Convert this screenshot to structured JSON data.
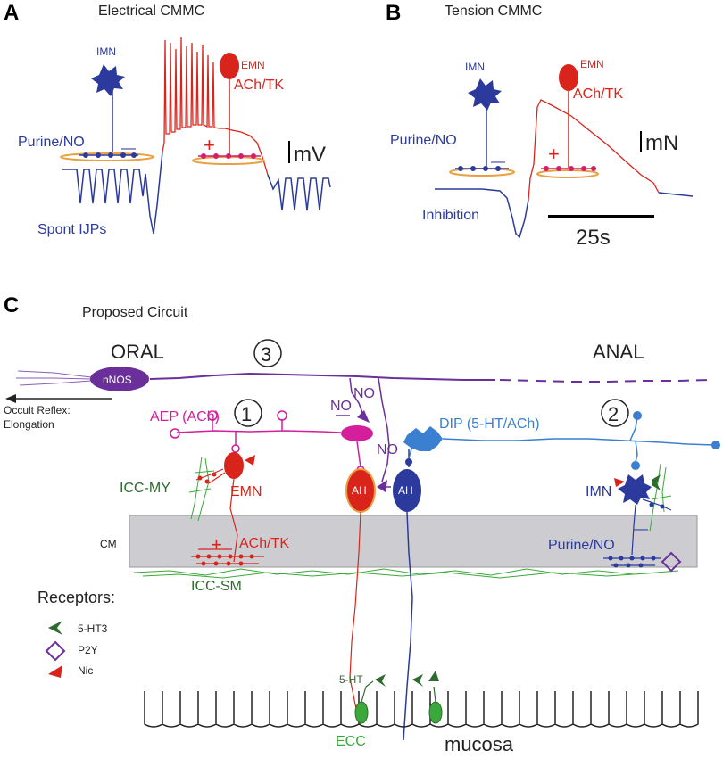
{
  "panel_a": {
    "letter": "A",
    "title": "Electrical CMMC",
    "imn": "IMN",
    "emn": "EMN",
    "ach_tk": "ACh/TK",
    "purine_no": "Purine/NO",
    "minus": "—",
    "plus": "+",
    "scale": "mV",
    "spont": "Spont IJPs"
  },
  "panel_b": {
    "letter": "B",
    "title": "Tension CMMC",
    "imn": "IMN",
    "emn": "EMN",
    "ach_tk": "ACh/TK",
    "purine_no": "Purine/NO",
    "minus": "—",
    "plus": "+",
    "scale": "mN",
    "inhibition": "Inhibition",
    "time": "25s"
  },
  "panel_c": {
    "letter": "C",
    "title": "Proposed Circuit",
    "oral": "ORAL",
    "anal": "ANAL",
    "nnos": "nNOS",
    "num1": "1",
    "num2": "2",
    "num3": "3",
    "no_top": "NO",
    "no_mid": "NO",
    "no_low": "NO",
    "occult1": "Occult Reflex:",
    "occult2": "Elongation",
    "aep": "AEP (ACh)",
    "dip": "DIP (5-HT/ACh)",
    "icc_my": "ICC-MY",
    "emn": "EMN",
    "ah1": "AH",
    "ah2": "AH",
    "imn": "IMN",
    "cm": "CM",
    "ach_tk": "ACh/TK",
    "icc_sm": "ICC-SM",
    "purine_no": "Purine/NO",
    "plus": "+",
    "minus": "—",
    "minus2": "—",
    "receptors": "Receptors:",
    "r_5ht3": "5-HT3",
    "r_p2y": "P2Y",
    "r_nic": "Nic",
    "ht5": "5-HT",
    "ecc": "ECC",
    "mucosa": "mucosa"
  },
  "colors": {
    "blue": "#2b3a9c",
    "red": "#d9241c",
    "purple": "#6a2f9a",
    "magenta": "#d41e9c",
    "lightblue": "#3a7fd0",
    "green": "#2e8b2e",
    "darkgreen": "#2f6b2f",
    "orange": "#e8a040",
    "gray": "#cdcdd1"
  }
}
